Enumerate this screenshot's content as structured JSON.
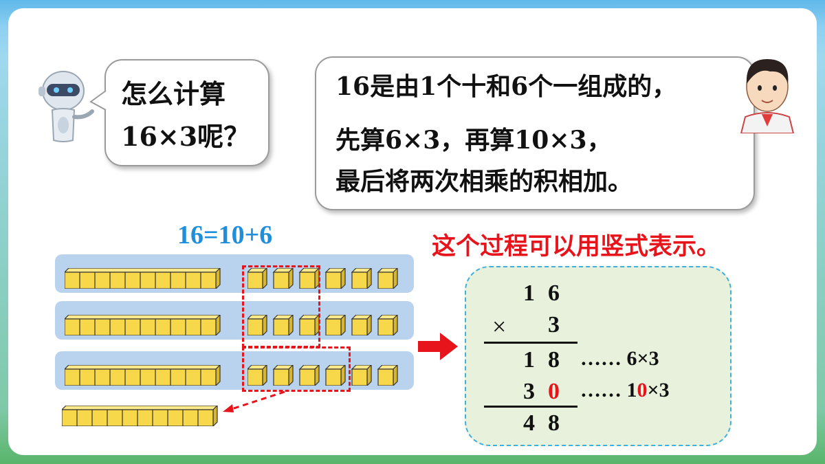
{
  "robot_bubble": {
    "line1": "怎么计算",
    "line2": "16×3呢？"
  },
  "boy_bubble": {
    "line1": "16是由1个十和6个一组成的，",
    "line2": "先算6×3，再算10×3，",
    "line3": "最后将两次相乘的积相加。"
  },
  "equation": "16=10+6",
  "note": "这个过程可以用竖式表示。",
  "vertical_calc": {
    "row1": [
      "1",
      "6"
    ],
    "row2_sign": "×",
    "row2": [
      "3"
    ],
    "row3": [
      "1",
      "8"
    ],
    "row3_note": "…… 6×3",
    "row4": [
      "3",
      "0"
    ],
    "row4_note_prefix": "…… 1",
    "row4_note_hl": "0",
    "row4_note_suffix": "×3",
    "row5": [
      "4",
      "8"
    ]
  },
  "colors": {
    "accent_blue": "#1f8fdc",
    "red": "#e8141c",
    "cube": "#f7d84a",
    "strip": "#b9d3ee",
    "calc_bg": "#e8f1dc"
  }
}
